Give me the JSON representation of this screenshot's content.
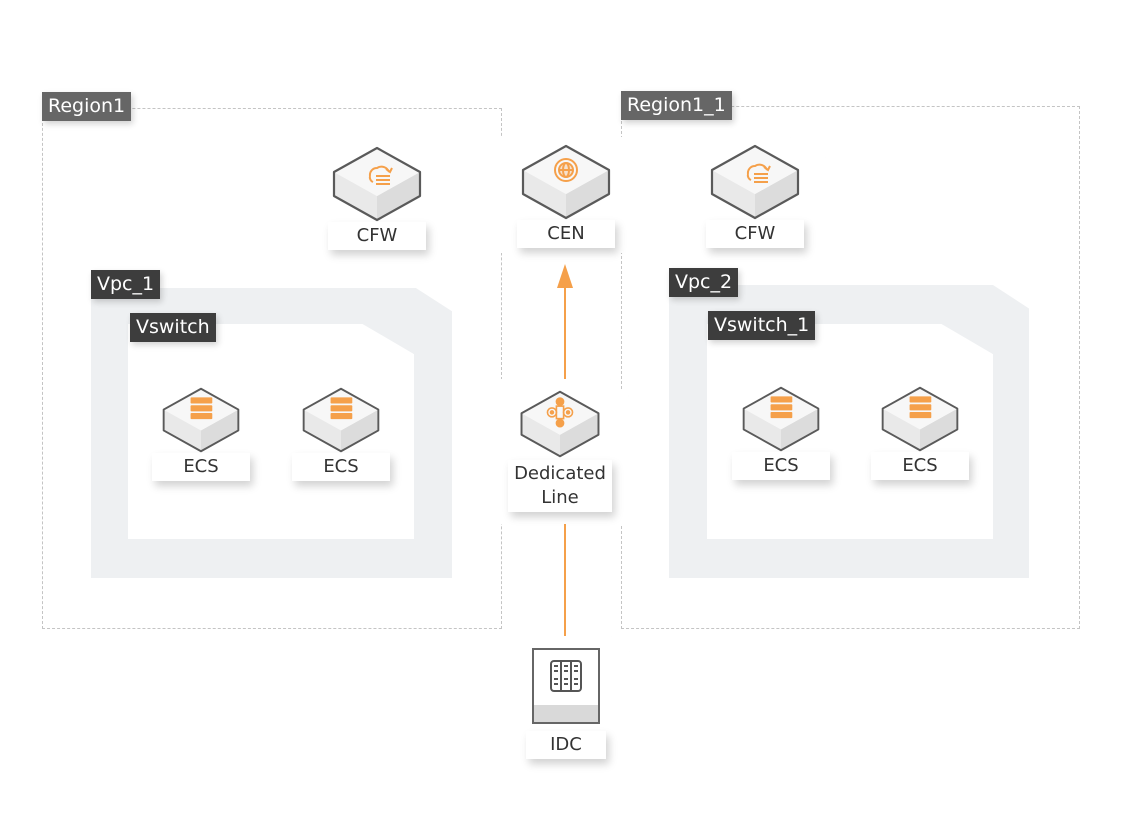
{
  "diagram": {
    "accent_color": "#f5a04a",
    "regions": [
      {
        "label": "Region1"
      },
      {
        "label": "Region1_1"
      }
    ],
    "top_panel": {
      "nodes": [
        {
          "label": "CFW",
          "icon": "cloud-firewall-icon"
        },
        {
          "label": "CEN",
          "icon": "globe-network-icon"
        },
        {
          "label": "CFW",
          "icon": "cloud-firewall-icon"
        }
      ]
    },
    "vpcs": [
      {
        "label": "Vpc_1",
        "vswitch": {
          "label": "Vswitch",
          "nodes": [
            {
              "label": "ECS",
              "icon": "server-icon"
            },
            {
              "label": "ECS",
              "icon": "server-icon"
            }
          ]
        }
      },
      {
        "label": "Vpc_2",
        "vswitch": {
          "label": "Vswitch_1",
          "nodes": [
            {
              "label": "ECS",
              "icon": "server-icon"
            },
            {
              "label": "ECS",
              "icon": "server-icon"
            }
          ]
        }
      }
    ],
    "dedicated_line": {
      "label_line1": "Dedicated",
      "label_line2": "Line",
      "icon": "dedicated-line-icon"
    },
    "idc": {
      "label": "IDC",
      "icon": "datacenter-rack-icon"
    },
    "connections": [
      {
        "from": "IDC",
        "to": "Dedicated Line",
        "direction": "up"
      },
      {
        "from": "Dedicated Line",
        "to": "CEN",
        "direction": "up"
      }
    ]
  }
}
